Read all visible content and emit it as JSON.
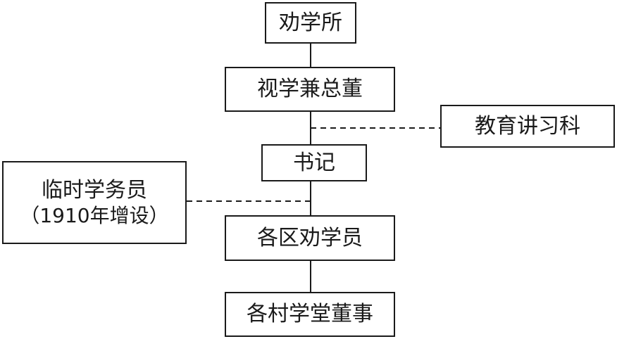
{
  "diagram": {
    "nodes": {
      "quanxuesuo": "劝学所",
      "shixue": "视学兼总董",
      "jiaoyu": "教育讲习科",
      "shuji": "书记",
      "linshi": {
        "line1": "临时学务员",
        "line2": "（1910年增设）"
      },
      "gequ": "各区劝学员",
      "gecun": "各村学堂董事"
    },
    "edges": [
      {
        "from": "劝学所",
        "to": "视学兼总董",
        "style": "solid"
      },
      {
        "from": "视学兼总董",
        "to": "书记",
        "style": "solid"
      },
      {
        "from": "书记",
        "to": "各区劝学员",
        "style": "solid"
      },
      {
        "from": "各区劝学员",
        "to": "各村学堂董事",
        "style": "solid"
      },
      {
        "from": "教育讲习科",
        "to": "trunk",
        "style": "dashed"
      },
      {
        "from": "临时学务员",
        "to": "trunk",
        "style": "dashed"
      }
    ]
  }
}
